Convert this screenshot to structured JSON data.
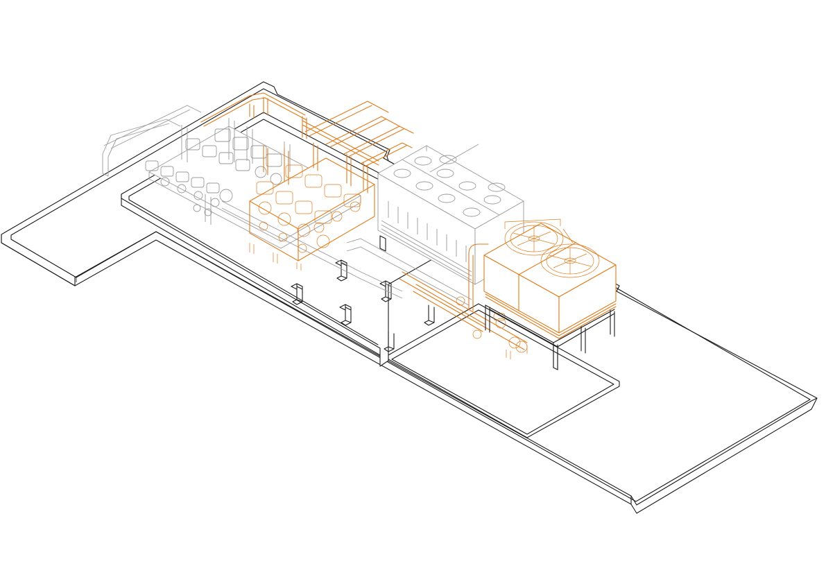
{
  "diagram": {
    "kind": "isometric rooftop mechanical plant line drawing",
    "colors": {
      "structure": "#1a1a1a",
      "existing_equipment": "#9a9a9a",
      "highlighted_equipment": "#e07b1a",
      "background": "#ffffff"
    },
    "components": [
      "roof-slab-outline",
      "parapet-wall",
      "plant-deck",
      "pump-skid",
      "chiller-units",
      "cooling-towers",
      "pipe-supports",
      "main-pipe-run"
    ]
  }
}
